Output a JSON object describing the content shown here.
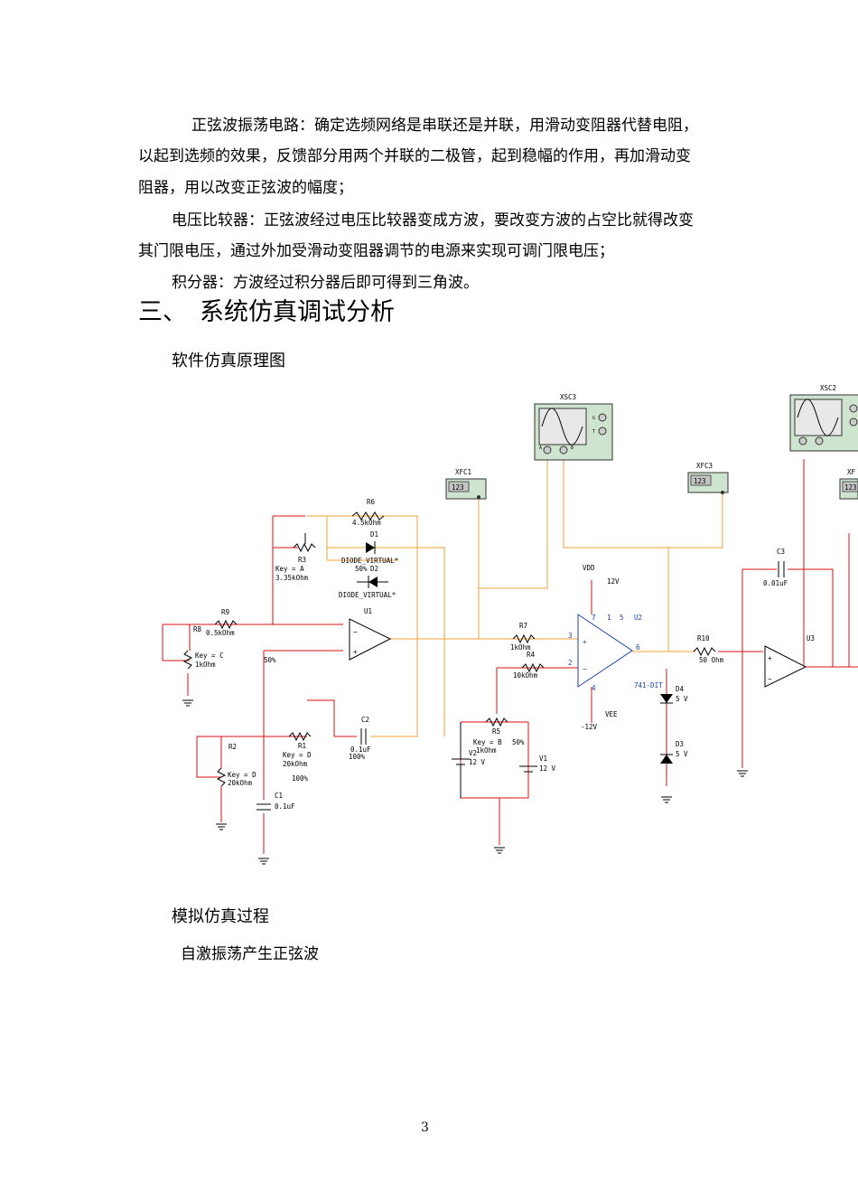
{
  "paragraphs": {
    "p1_line1": "正弦波振荡电路：确定选频网络是串联还是并联，用滑动变阻器代替电阻，",
    "p1_line2": "以起到选频的效果，反馈部分用两个并联的二极管，起到稳幅的作用，再加滑动变",
    "p1_line3": "阻器，用以改变正弦波的幅度；",
    "p2_line1": "电压比较器：正弦波经过电压比较器变成方波，要改变方波的占空比就得改变",
    "p2_line2": "其门限电压，通过外加受滑动变阻器调节的电源来实现可调门限电压；",
    "p3_line1": "积分器：方波经过积分器后即可得到三角波。"
  },
  "section": {
    "number": "三、",
    "title": "系统仿真调试分析"
  },
  "subheadings": {
    "schematic": "软件仿真原理图",
    "process": "模拟仿真过程",
    "step1": "自激振荡产生正弦波"
  },
  "circuit": {
    "instruments": {
      "xsc3": "XSC3",
      "xsc2": "XSC2",
      "xfc1": "XFC1",
      "xfc3": "XFC3",
      "xfc_right": "XF",
      "counter_display": "123",
      "probe_a": "A",
      "probe_b": "B",
      "probe_g": "G",
      "probe_t": "T"
    },
    "components": {
      "r6": "R6",
      "r6_val": "4.5kOhm",
      "d1": "D1",
      "d2": "D2",
      "diode_model": "DIODE_VIRTUAL*",
      "r3": "R3",
      "r3_key": "Key = A",
      "r3_val": "3.35kOhm",
      "r3_pct": "50%",
      "r9": "R9",
      "r9_val": "0.5kOhm",
      "r8": "R8",
      "r8_key": "Key = C",
      "r8_val": "1kOhm",
      "r8_pct": "50%",
      "u1": "U1",
      "r1": "R1",
      "r1_key": "Key = D",
      "r1_val": "20kOhm",
      "r1_pct": "100%",
      "r2": "R2",
      "r2_key": "Key = D",
      "r2_val": "20kOhm",
      "c2": "C2",
      "c2_val": "0.1uF",
      "c2_pct": "100%",
      "c1": "C1",
      "c1_val": "0.1uF",
      "r7": "R7",
      "r7_val": "1kOhm",
      "r4": "R4",
      "r4_val": "10kOhm",
      "r5": "R5",
      "r5_key": "Key = B",
      "r5_val": "1kOhm",
      "r5_pct": "50%",
      "v2": "V2",
      "v2_val": "12 V",
      "v1": "V1",
      "v1_val": "12 V",
      "vdd": "VDD",
      "vdd_val": "12V",
      "vee": "VEE",
      "vee_val": "-12V",
      "u2": "U2",
      "u2_model": "741-DIT",
      "pin3": "3",
      "pin2": "2",
      "pin6": "6",
      "pin7": "7",
      "pin4": "4",
      "pin1": "1",
      "pin5": "5",
      "r10": "R10",
      "r10_val": "50 Ohm",
      "d4": "D4",
      "d4_val": "5 V",
      "d3": "D3",
      "d3_val": "5 V",
      "c3": "C3",
      "c3_val": "0.01uF",
      "u3": "U3"
    }
  },
  "page_number": "3"
}
